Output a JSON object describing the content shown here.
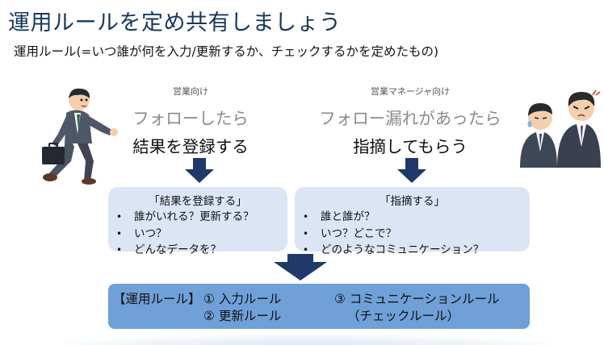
{
  "header": {
    "title": "運用ルールを定め共有しましょう",
    "subtitle": "運用ルール(=いつ誰が何を入力/更新するか、チェックするかを定めたもの)"
  },
  "left": {
    "audience": "営業向け",
    "line1": "フォローしたら",
    "line2": "結果を登録する",
    "card_title": "「結果を登録する」",
    "bullets": [
      "誰がいれる？更新する？",
      "いつ？",
      "どんなデータを？"
    ]
  },
  "right": {
    "audience": "営業マネージャ向け",
    "line1": "フォロー漏れがあったら",
    "line2": "指摘してもらう",
    "card_title": "「指摘する」",
    "bullets": [
      "誰と誰が？",
      "いつ？どこで？",
      "どのようなコミュニケーション？"
    ]
  },
  "rules": {
    "label": "【運用ルール】",
    "rule1": "① 入力ルール",
    "rule2": "② 更新ルール",
    "rule3": "③ コミュニケーションルール",
    "rule3_sub": "（チェックルール）"
  },
  "icons": {
    "left_figure": "running-businessman-icon",
    "right_figure": "worried-businessmen-icon",
    "arrow": "arrow-down-icon"
  },
  "colors": {
    "title": "#17375e",
    "arrow": "#1f3a6a",
    "card": "#dbe5f4",
    "rules_box": "#6fa0d8"
  }
}
